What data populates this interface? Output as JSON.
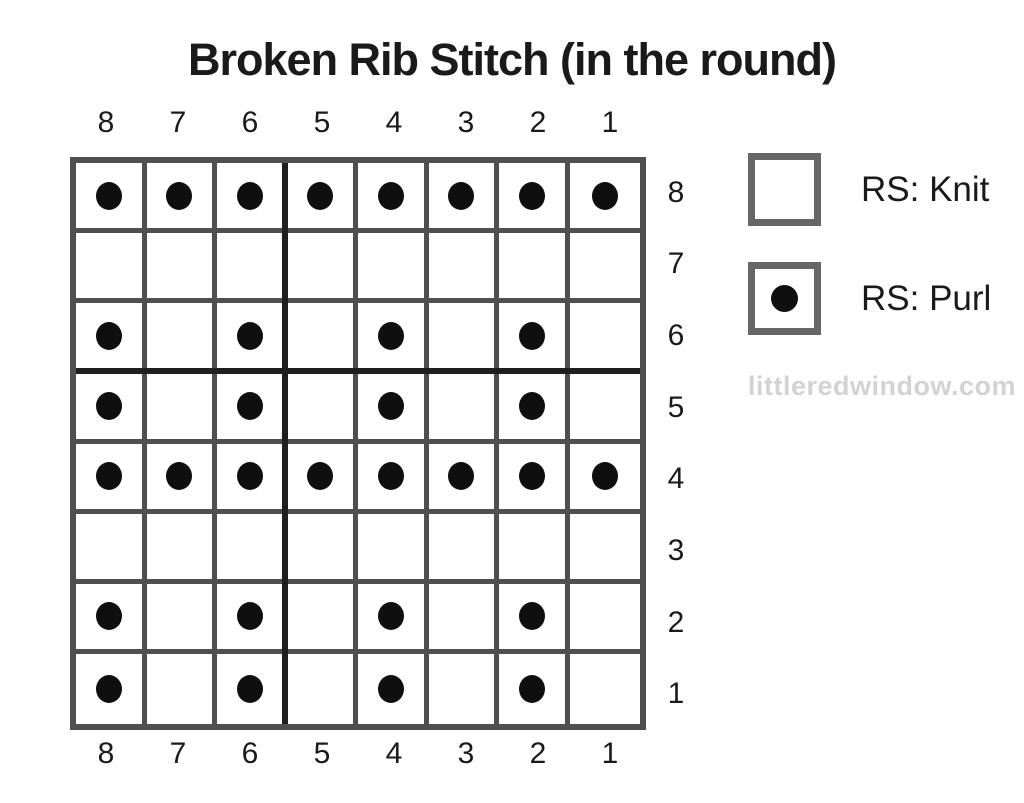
{
  "title": "Broken Rib Stitch (in the round)",
  "chart": {
    "columns_top": [
      "8",
      "7",
      "6",
      "5",
      "4",
      "3",
      "2",
      "1"
    ],
    "columns_bottom": [
      "8",
      "7",
      "6",
      "5",
      "4",
      "3",
      "2",
      "1"
    ],
    "rows_right": [
      "8",
      "7",
      "6",
      "5",
      "4",
      "3",
      "2",
      "1"
    ],
    "pattern": [
      [
        1,
        1,
        1,
        1,
        1,
        1,
        1,
        1
      ],
      [
        0,
        0,
        0,
        0,
        0,
        0,
        0,
        0
      ],
      [
        1,
        0,
        1,
        0,
        1,
        0,
        1,
        0
      ],
      [
        1,
        0,
        1,
        0,
        1,
        0,
        1,
        0
      ],
      [
        1,
        1,
        1,
        1,
        1,
        1,
        1,
        1
      ],
      [
        0,
        0,
        0,
        0,
        0,
        0,
        0,
        0
      ],
      [
        1,
        0,
        1,
        0,
        1,
        0,
        1,
        0
      ],
      [
        1,
        0,
        1,
        0,
        1,
        0,
        1,
        0
      ]
    ],
    "bold_divider_after_column_index": 3,
    "bold_divider_after_row_index": 3
  },
  "legend": {
    "items": [
      {
        "symbol": "empty-square",
        "label": "RS: Knit"
      },
      {
        "symbol": "dot-square",
        "label": "RS: Purl"
      }
    ]
  },
  "watermark": "littleredwindow.com",
  "colors": {
    "background": "#ffffff",
    "text": "#1a1a1a",
    "grid_line": "#4f4f4f",
    "bold_line": "#1f1f1f",
    "dot": "#0f0f0f",
    "legend_border": "#666666",
    "watermark": "#d3d3d3"
  }
}
